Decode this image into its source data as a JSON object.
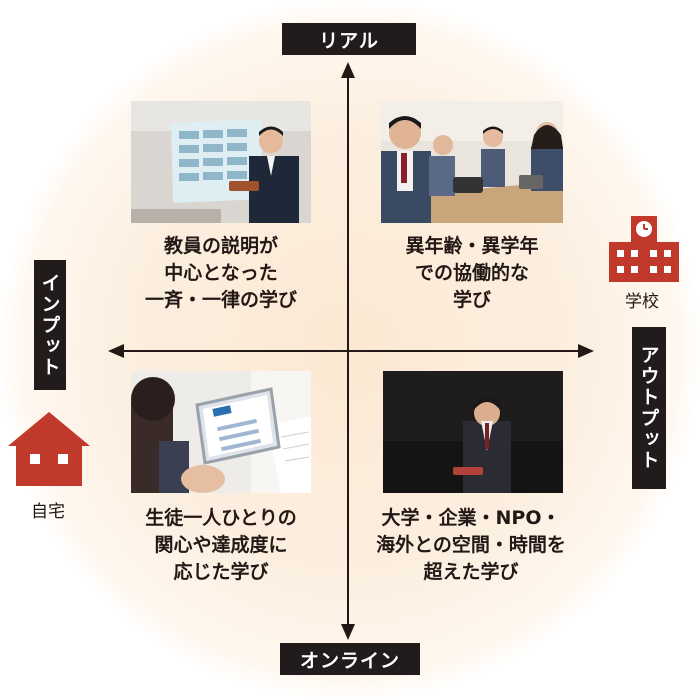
{
  "axes": {
    "top": "リアル",
    "bottom": "オンライン",
    "left": "インプット",
    "right": "アウトプット"
  },
  "places": {
    "school": "学校",
    "home": "自宅"
  },
  "quadrants": [
    {
      "lines": [
        "教員の説明が",
        "中心となった",
        "一斉・一律の学び"
      ]
    },
    {
      "lines": [
        "異年齢・異学年",
        "での協働的な",
        "学び"
      ]
    },
    {
      "lines": [
        "生徒一人ひとりの",
        "関心や達成度に",
        "応じた学び"
      ]
    },
    {
      "lines": [
        "大学・企業・NPO・",
        "海外との空間・時間を",
        "超えた学び"
      ]
    }
  ],
  "colors": {
    "label_bg": "#221b1b",
    "accent_red": "#c0392b",
    "axis": "#231815"
  }
}
